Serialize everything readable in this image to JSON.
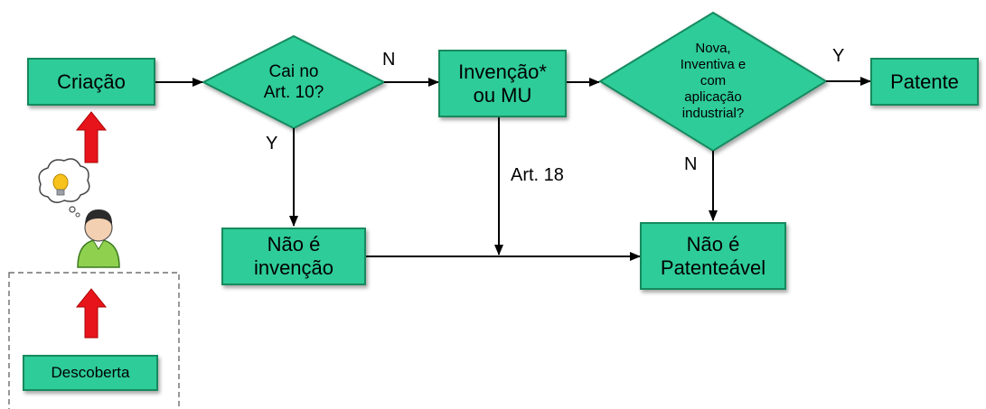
{
  "nodes": {
    "criacao": "Criação",
    "art10": "Cai no\nArt. 10?",
    "invencao_mu": "Invenção*\nou MU",
    "requisitos": "Nova,\nInventiva e\ncom\naplicação\nindustrial?",
    "patente": "Patente",
    "nao_invencao": "Não é\ninvenção",
    "nao_patenteavel": "Não é\nPatenteável",
    "descoberta": "Descoberta"
  },
  "edge_labels": {
    "art10_no": "N",
    "art10_yes": "Y",
    "requisitos_yes": "Y",
    "requisitos_no": "N",
    "art18": "Art. 18"
  },
  "icons": [
    "red-up-arrow-icon",
    "lightbulb-thought-icon",
    "person-icon"
  ],
  "colors": {
    "box_fill": "#2ecc98",
    "box_border": "#168a5e",
    "arrow_red": "#e8141b",
    "person_shirt": "#8fd14f"
  }
}
